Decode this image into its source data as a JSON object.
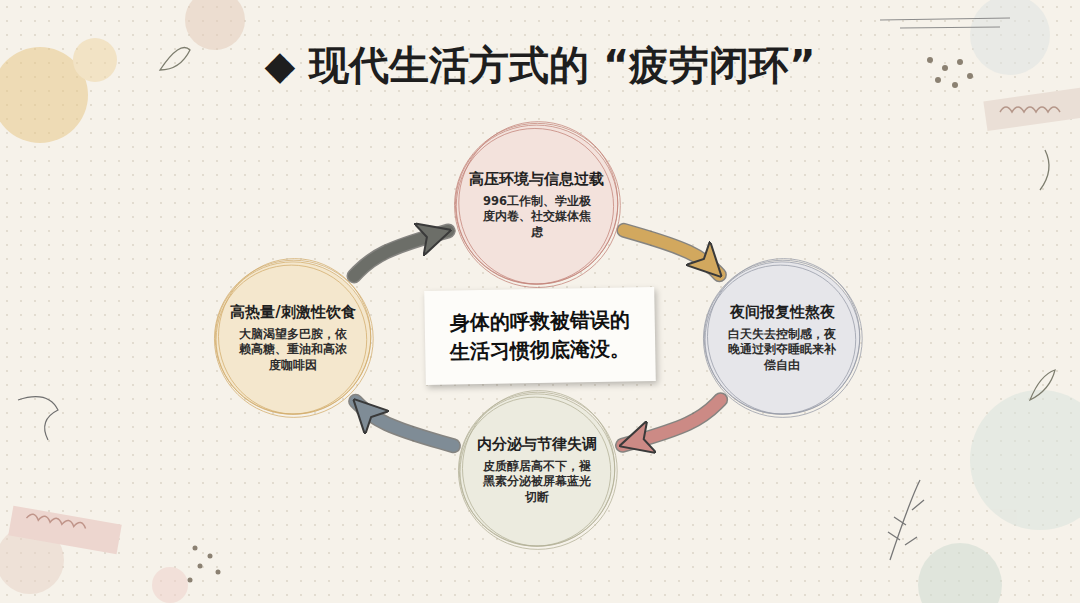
{
  "diagram": {
    "title": "◆ 现代生活方式的 “疲劳闭环”",
    "nodes": [
      {
        "text": [
          "高压环境与信息过载",
          "996工作制、学业极度内卷、社交媒体焦虑"
        ]
      },
      {
        "text": [
          "夜间报复性熬夜",
          "白天失去控制感，夜晚通过剥夺睡眠来补偿自由"
        ]
      },
      {
        "text": [
          "内分泌与节律失调",
          "皮质醇居高不下，褪黑素分泌被屏幕蓝光切断"
        ]
      },
      {
        "text": [
          "高热量/刺激性饮食",
          "大脑渴望多巴胺，依赖高糖、重油和高浓度咖啡因"
        ]
      },
      {
        "text": [
          "身体的呼救被错误的生活习惯彻底淹没。"
        ]
      }
    ],
    "edges": [
      {
        "from": 0,
        "to": 1,
        "arrow": "to"
      },
      {
        "from": 1,
        "to": 2,
        "arrow": "to"
      },
      {
        "from": 2,
        "to": 3,
        "arrow": "to"
      },
      {
        "from": 3,
        "to": 0,
        "arrow": "to"
      }
    ]
  }
}
